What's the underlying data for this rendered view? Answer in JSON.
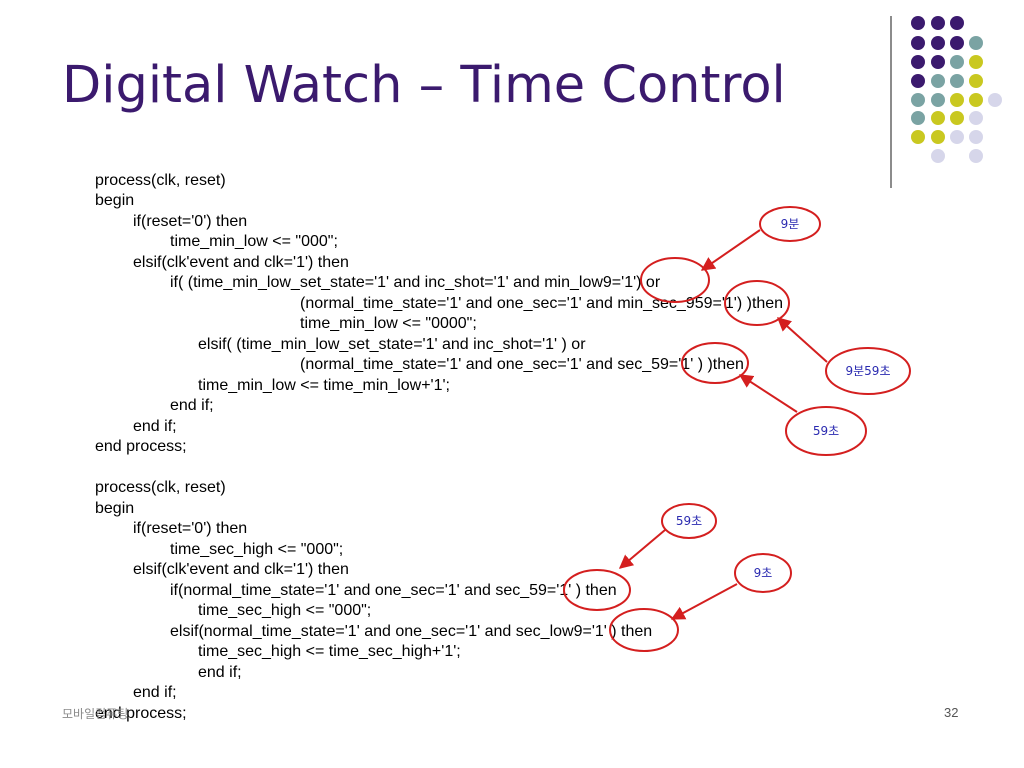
{
  "slide": {
    "title": "Digital Watch – Time Control",
    "footer_left": "모바일컴퓨팅",
    "page_number": "32"
  },
  "colors": {
    "title": "#3b1a6e",
    "annotation_stroke": "#d41f1f",
    "annotation_text": "#2a2ab0",
    "dot_purple": "#3b1a6e",
    "dot_teal": "#7aa3a3",
    "dot_yellow": "#c9c820",
    "dot_lavender": "#d6d6ea"
  },
  "code_block_1": [
    "process(clk, reset)",
    "begin",
    "if(reset='0') then",
    "time_min_low <= \"000\";",
    "elsif(clk'event and clk='1') then",
    "if( (time_min_low_set_state='1' and inc_shot='1' and min_low9='1') or",
    "(normal_time_state='1' and one_sec='1' and min_sec_959='1') )then",
    "time_min_low <= \"0000\";",
    "elsif( (time_min_low_set_state='1' and inc_shot='1' ) or",
    "(normal_time_state='1' and one_sec='1' and sec_59='1' ) )then",
    "time_min_low <= time_min_low+'1';",
    "end if;",
    "end if;",
    "end process;"
  ],
  "code_block_2": [
    "process(clk, reset)",
    "begin",
    "if(reset='0') then",
    "time_sec_high <= \"000\";",
    "elsif(clk'event and clk='1') then",
    "if(normal_time_state='1' and one_sec='1' and sec_59='1' ) then",
    "time_sec_high <= \"000\";",
    "elsif(normal_time_state='1' and one_sec='1' and sec_low9='1' ) then",
    "time_sec_high <= time_sec_high+'1';",
    "end if;",
    "end if;",
    "end process;"
  ],
  "annotations": [
    {
      "label": "9분"
    },
    {
      "label": "9분59초"
    },
    {
      "label": "59초"
    },
    {
      "label": "59초"
    },
    {
      "label": "9초"
    }
  ]
}
